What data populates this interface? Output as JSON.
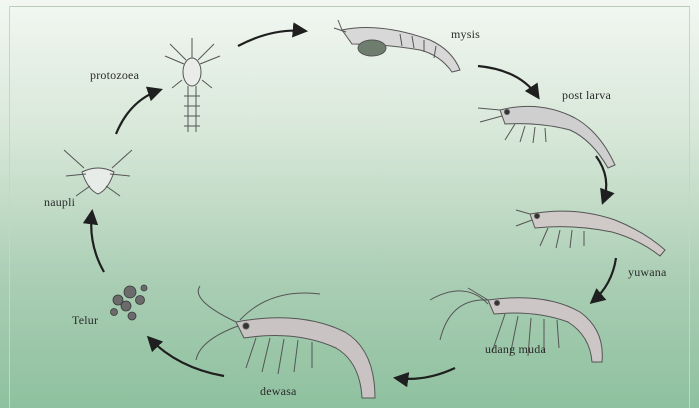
{
  "stages": {
    "mysis": "mysis",
    "post_larva": "post larva",
    "yuwana": "yuwana",
    "udang_muda": "udang muda",
    "dewasa": "dewasa",
    "telur": "Telur",
    "naupli": "naupli",
    "protozoea": "protozoea"
  },
  "colors": {
    "background_top": "#f2f7f2",
    "background_bottom": "#8ec19f",
    "arrow": "#1f1f1f",
    "shrimp_outline": "#555555",
    "shrimp_fill": "#c9c4c4"
  }
}
